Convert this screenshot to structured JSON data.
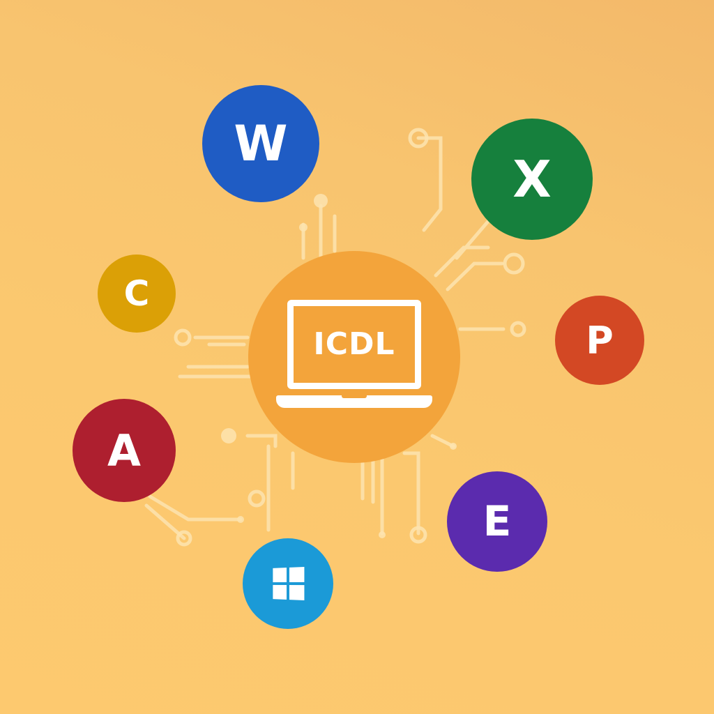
{
  "center": {
    "label": "ICDL",
    "color": "#f3a43b"
  },
  "apps": [
    {
      "letter": "W",
      "color": "#1f5cc4",
      "icon": "word-icon"
    },
    {
      "letter": "X",
      "color": "#16803d",
      "icon": "excel-icon"
    },
    {
      "letter": "C",
      "color": "#dba006",
      "icon": "c-icon"
    },
    {
      "letter": "P",
      "color": "#d34824",
      "icon": "powerpoint-icon"
    },
    {
      "letter": "A",
      "color": "#ae1f2f",
      "icon": "access-icon"
    },
    {
      "letter": "E",
      "color": "#5b2bae",
      "icon": "e-icon"
    },
    {
      "letter": "",
      "color": "#1b9ad7",
      "icon": "windows-icon"
    }
  ],
  "background": {
    "color_top": "#f3b96a",
    "color_bottom": "#fdc96f",
    "circuit_color": "#fde6b7"
  }
}
